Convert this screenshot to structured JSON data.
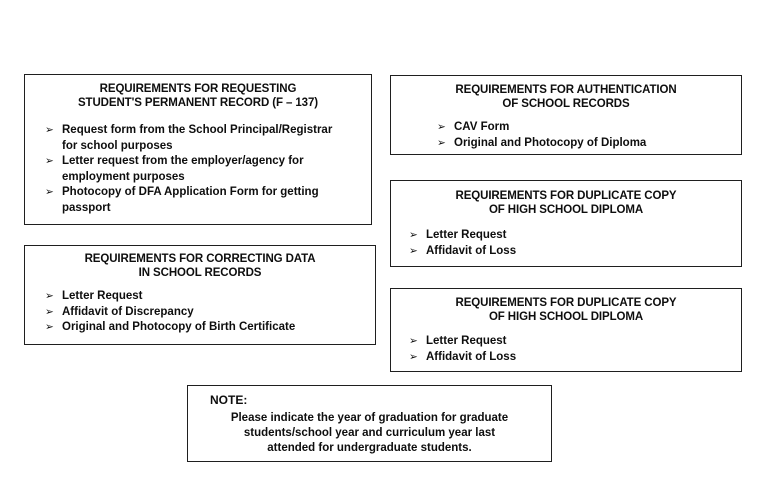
{
  "document": {
    "background": "#ffffff",
    "text_color": "#0e0e0e",
    "border_color": "#1f1f1f",
    "bullet_glyph": "➢"
  },
  "boxes": [
    {
      "id": "requesting-permanent-record",
      "title_lines": [
        "REQUIREMENTS FOR REQUESTING",
        "STUDENT'S PERMANENT RECORD (F – 137)"
      ],
      "items": [
        "Request form from the School Principal/Registrar for school purposes",
        "Letter request from the employer/agency for employment purposes",
        "Photocopy of DFA Application Form for getting passport"
      ]
    },
    {
      "id": "authentication-of-school-records",
      "title_lines": [
        "REQUIREMENTS FOR AUTHENTICATION",
        "OF SCHOOL RECORDS"
      ],
      "items": [
        "CAV Form",
        "Original and Photocopy of Diploma"
      ]
    },
    {
      "id": "duplicate-copy-high-school-diploma-1",
      "title_lines": [
        "REQUIREMENTS FOR DUPLICATE COPY",
        "OF HIGH SCHOOL DIPLOMA"
      ],
      "items": [
        "Letter Request",
        "Affidavit of Loss"
      ]
    },
    {
      "id": "correcting-data-in-school-records",
      "title_lines": [
        "REQUIREMENTS FOR CORRECTING DATA",
        "IN SCHOOL RECORDS"
      ],
      "items": [
        "Letter Request",
        "Affidavit of Discrepancy",
        "Original and Photocopy of Birth Certificate"
      ]
    },
    {
      "id": "duplicate-copy-high-school-diploma-2",
      "title_lines": [
        "REQUIREMENTS FOR DUPLICATE COPY",
        "OF HIGH SCHOOL DIPLOMA"
      ],
      "items": [
        "Letter Request",
        "Affidavit of Loss"
      ]
    }
  ],
  "note": {
    "label": "NOTE:",
    "text": "Please indicate the year of graduation for graduate students/school year and curriculum year last attended for undergraduate students."
  }
}
